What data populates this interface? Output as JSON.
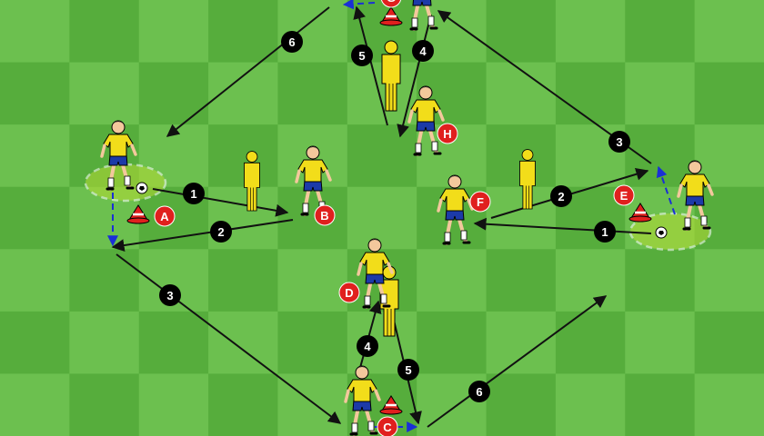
{
  "colors": {
    "grass_light": "#6cc04f",
    "grass_dark": "#56ad3c",
    "pass_line": "#111111",
    "run_line": "#1a2fd6",
    "player_marker": "#e0201e",
    "shirt": "#f2dd1a",
    "shorts": "#1c3aa8",
    "mannequin": "#f2dd1a",
    "cone": "#e0201e"
  },
  "players": [
    {
      "label": "A"
    },
    {
      "label": "B"
    },
    {
      "label": "C"
    },
    {
      "label": "D"
    },
    {
      "label": "E"
    },
    {
      "label": "F"
    },
    {
      "label": "G"
    },
    {
      "label": "H"
    }
  ],
  "steps": [
    {
      "label": "1"
    },
    {
      "label": "2"
    },
    {
      "label": "3"
    },
    {
      "label": "4"
    },
    {
      "label": "5"
    },
    {
      "label": "6"
    },
    {
      "label": "1"
    },
    {
      "label": "2"
    },
    {
      "label": "3"
    },
    {
      "label": "4"
    },
    {
      "label": "5"
    },
    {
      "label": "6"
    }
  ]
}
